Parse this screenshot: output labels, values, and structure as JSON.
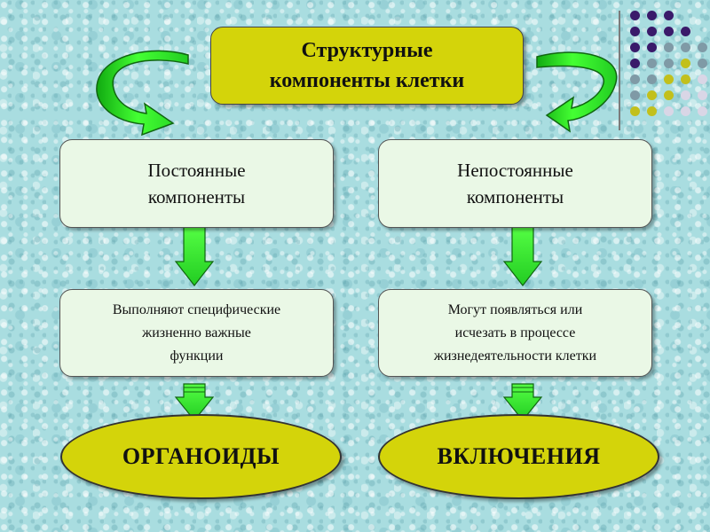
{
  "title": "Структурные\nкомпоненты клетки",
  "left": {
    "component": "Постоянные\nкомпоненты",
    "description": "Выполняют специфические\nжизненно важные\nфункции",
    "result": "ОРГАНОИДЫ"
  },
  "right": {
    "component": "Непостоянные\nкомпоненты",
    "description": "Могут появляться или\nисчезать в процессе\nжизнедеятельности клетки",
    "result": "ВКЛЮЧЕНИЯ"
  },
  "colors": {
    "title_fill": "#d4d40a",
    "box_fill": "#eaf8e6",
    "arrow_green": "#33ee22",
    "background": "#a9dde0"
  },
  "decoration": {
    "dot_rows": [
      [
        "#3a1a6a",
        "#3a1a6a",
        "#3a1a6a",
        "",
        ""
      ],
      [
        "#3a1a6a",
        "#3a1a6a",
        "#3a1a6a",
        "#3a1a6a",
        ""
      ],
      [
        "#3a1a6a",
        "#3a1a6a",
        "#7f9aa6",
        "#7f9aa6",
        "#7f9aa6"
      ],
      [
        "#3a1a6a",
        "#7f9aa6",
        "#7f9aa6",
        "#c2c01c",
        "#7f9aa6"
      ],
      [
        "#7f9aa6",
        "#7f9aa6",
        "#c2c01c",
        "#c2c01c",
        "#d9d6e6"
      ],
      [
        "#7f9aa6",
        "#c2c01c",
        "#c2c01c",
        "#d9d6e6",
        "#d9d6e6"
      ],
      [
        "#c2c01c",
        "#c2c01c",
        "#d9d6e6",
        "#d9d6e6",
        "#d9d6e6"
      ]
    ]
  }
}
